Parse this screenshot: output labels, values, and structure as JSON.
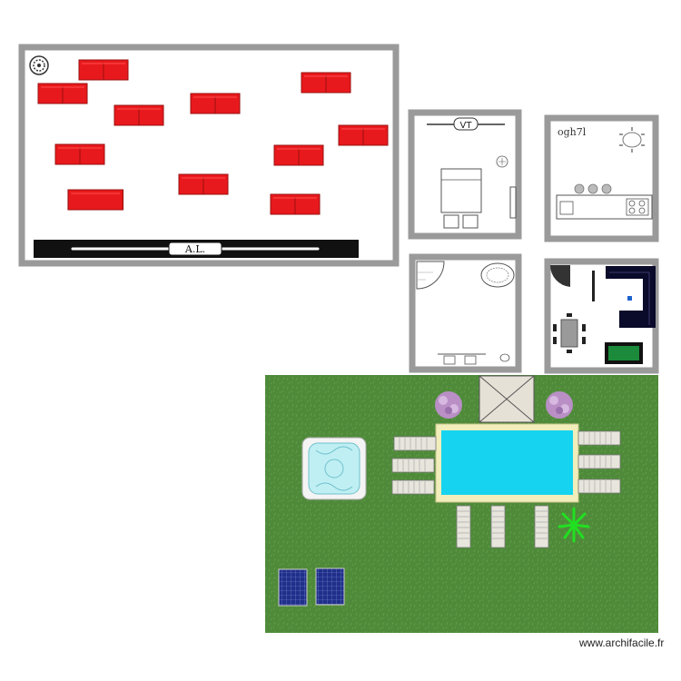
{
  "colors": {
    "wall": "#9a9a9a",
    "sofa": "#e8191c",
    "lawn": "#4f8a3a",
    "pool_water": "#16d4ef",
    "pool_deck": "#f1eebc",
    "solar_panel": "#1f2f8a",
    "flowers": "#b98fc6",
    "stage": "#111111"
  },
  "rooms": {
    "auditorium": {
      "stage_label": "A.L."
    },
    "bedroom": {
      "tv_label": "VT"
    },
    "kitchen": {
      "handwritten_note": "ogh7l"
    }
  },
  "watermark": "www.archifacile.fr"
}
